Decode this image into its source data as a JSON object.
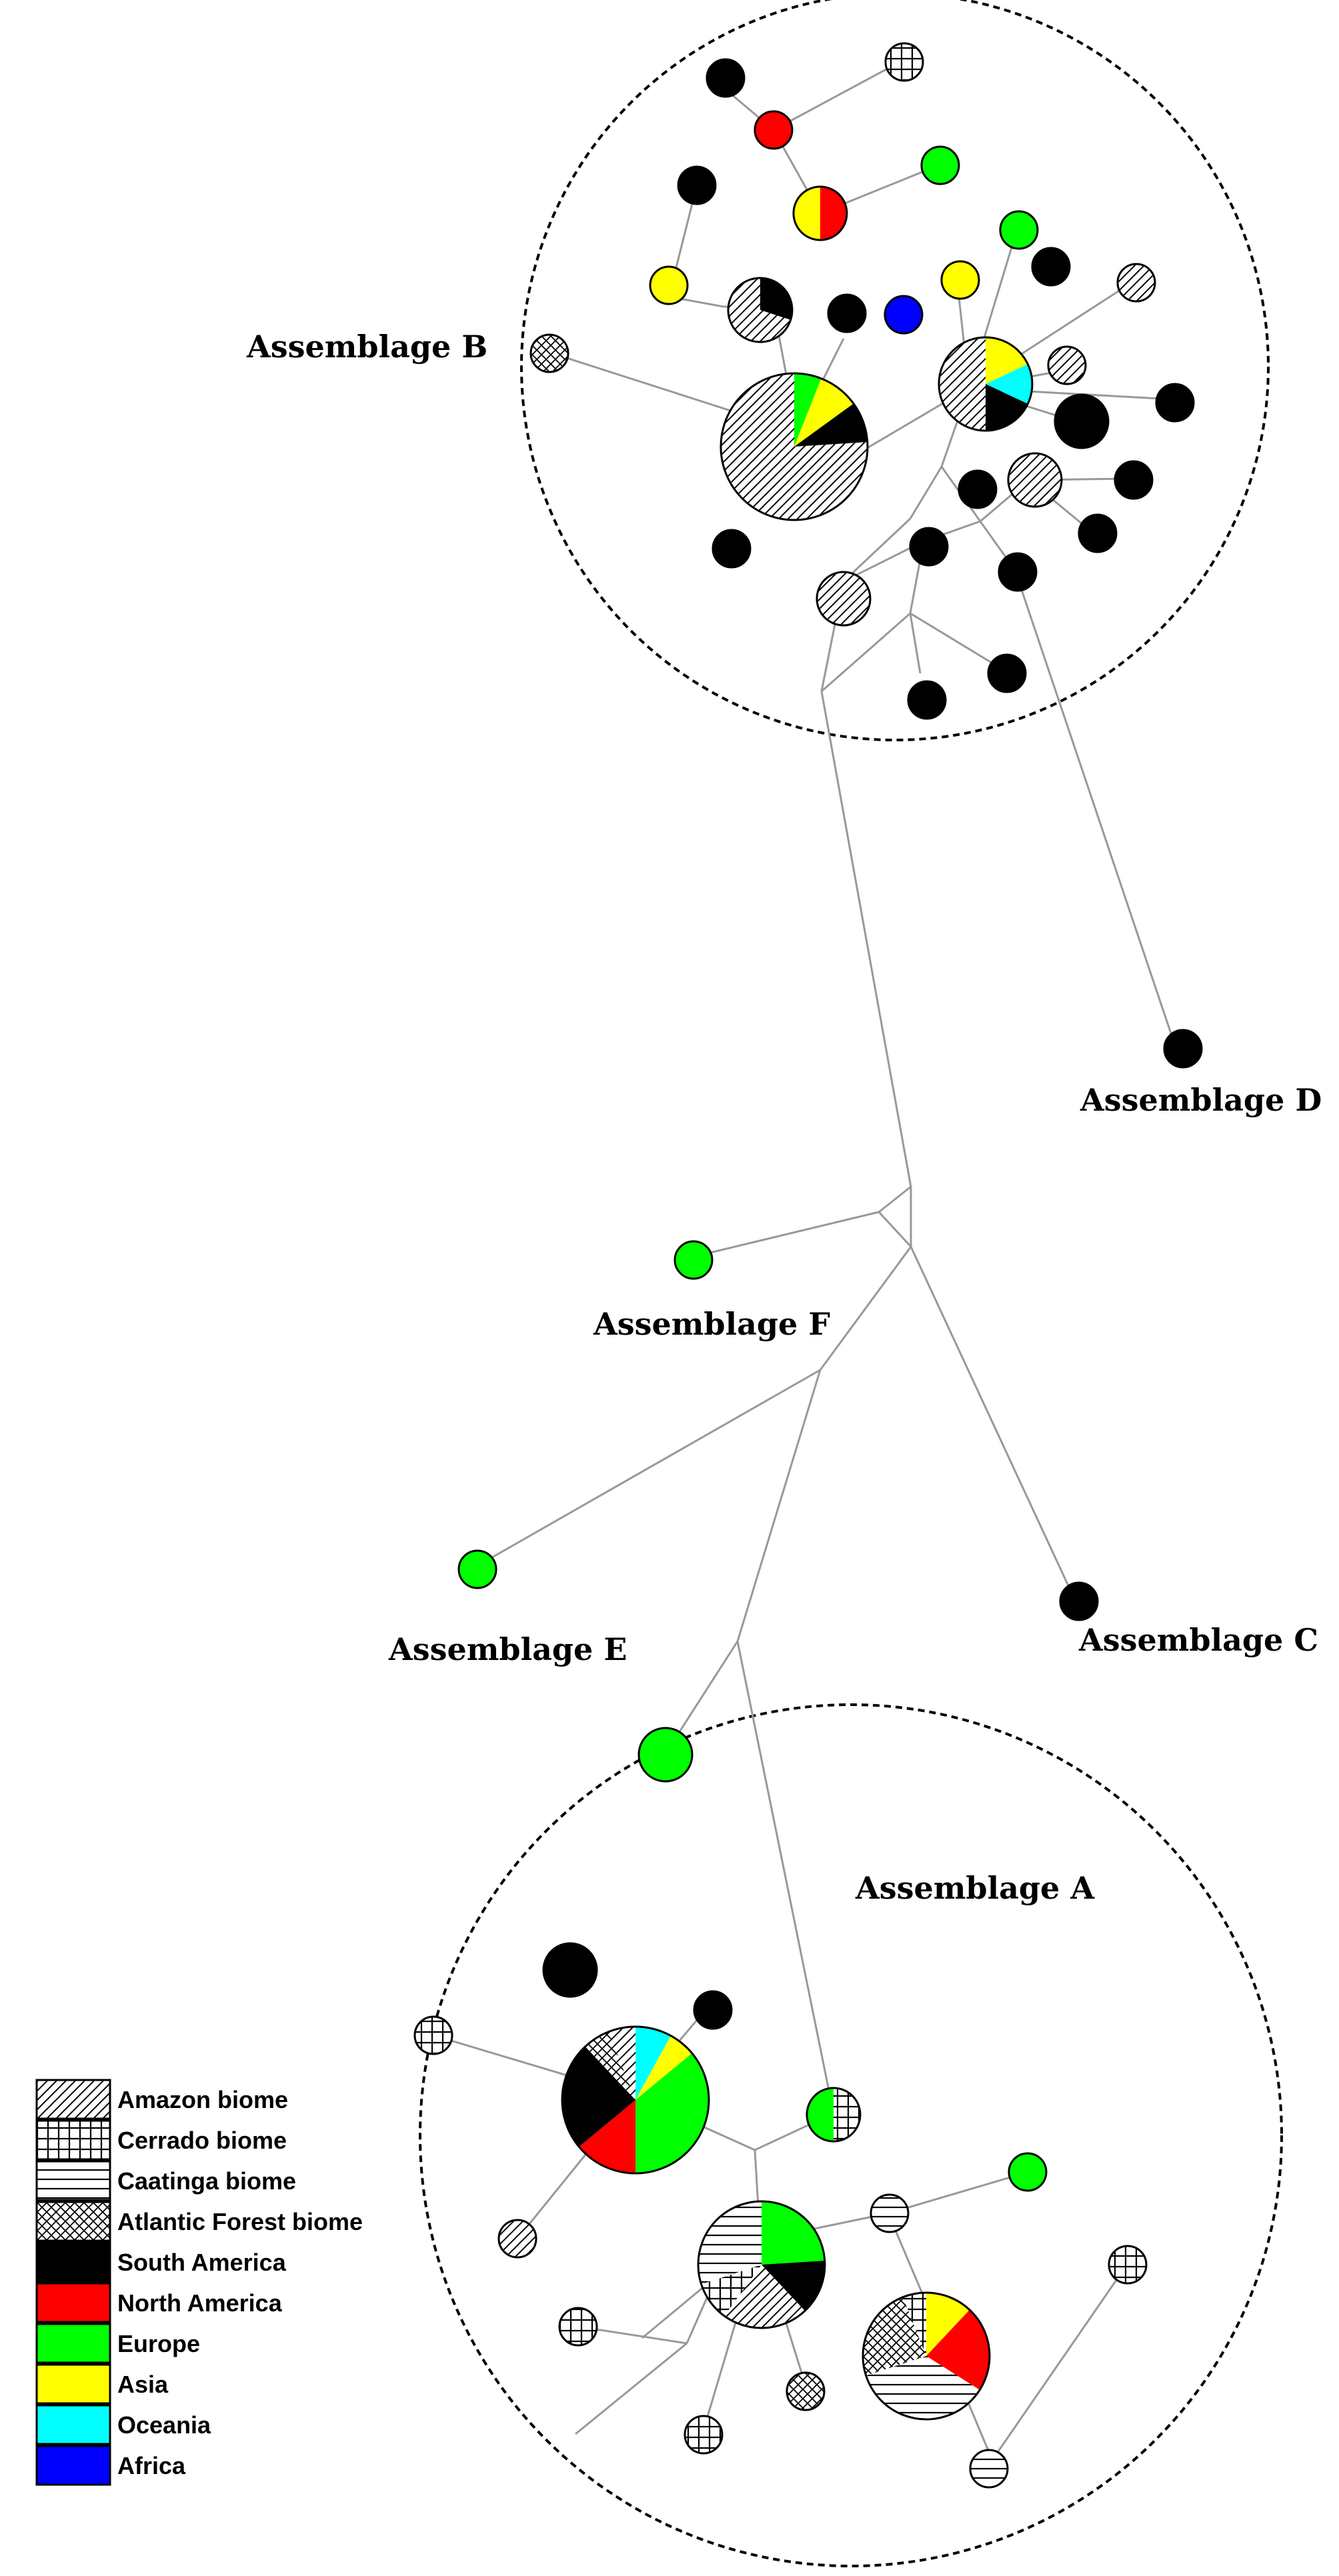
{
  "colors": {
    "south_america": "#000000",
    "north_america": "#ff0000",
    "europe": "#00ff00",
    "asia": "#ffff00",
    "oceania": "#00ffff",
    "africa": "#0000ff",
    "edge": "#999999",
    "outline": "#000000"
  },
  "labels": {
    "assemblage_a": "Assemblage A",
    "assemblage_b": "Assemblage B",
    "assemblage_c": "Assemblage C",
    "assemblage_d": "Assemblage D",
    "assemblage_e": "Assemblage E",
    "assemblage_f": "Assemblage F"
  },
  "legend": [
    {
      "key": "amazon",
      "label": "Amazon biome",
      "fill": "pattern",
      "pattern": "diagonal"
    },
    {
      "key": "cerrado",
      "label": "Cerrado biome",
      "fill": "pattern",
      "pattern": "grid"
    },
    {
      "key": "caatinga",
      "label": "Caatinga biome",
      "fill": "pattern",
      "pattern": "horizontal"
    },
    {
      "key": "atlantic",
      "label": "Atlantic Forest biome",
      "fill": "pattern",
      "pattern": "crosshatch"
    },
    {
      "key": "south_america",
      "label": " South America",
      "fill": "#000000"
    },
    {
      "key": "north_america",
      "label": " North America",
      "fill": "#ff0000"
    },
    {
      "key": "europe",
      "label": "Europe",
      "fill": "#00ff00"
    },
    {
      "key": "asia",
      "label": "Asia",
      "fill": "#ffff00"
    },
    {
      "key": "oceania",
      "label": "Oceania",
      "fill": "#00ffff"
    },
    {
      "key": "africa",
      "label": "Africa",
      "fill": "#0000ff"
    }
  ]
}
